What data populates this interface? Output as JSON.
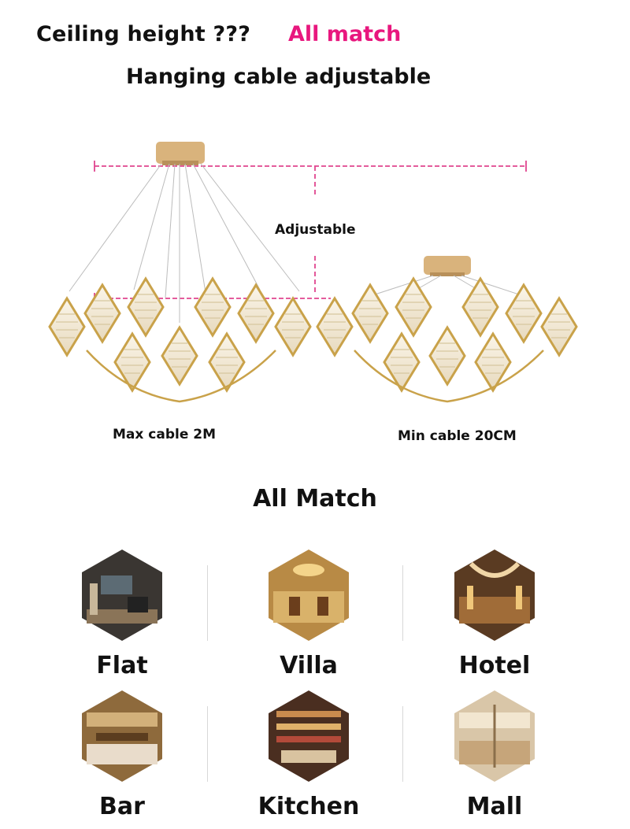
{
  "header": {
    "ceiling_text": "Ceiling height ???",
    "all_match_text": "All match",
    "subtitle": "Hanging cable adjustable"
  },
  "diagram": {
    "adjustable_label": "Adjustable",
    "max_cable_label": "Max cable 2M",
    "min_cable_label": "Min cable 20CM",
    "accent_color": "#e0468f",
    "gold_color": "#c9a24a"
  },
  "venues": {
    "title": "All Match",
    "items": [
      {
        "label": "Flat"
      },
      {
        "label": "Villa"
      },
      {
        "label": "Hotel"
      },
      {
        "label": "Bar"
      },
      {
        "label": "Kitchen"
      },
      {
        "label": "Mall"
      }
    ]
  }
}
